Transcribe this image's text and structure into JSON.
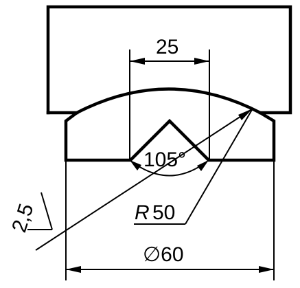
{
  "drawing": {
    "dimensions": {
      "width_dim": "25",
      "angle_dim": "105°",
      "radius_symbol": "R",
      "radius_value": "50",
      "diameter_dim": "∅60",
      "chamfer_dim": "2,5"
    },
    "colors": {
      "line": "#000000",
      "background": "#ffffff"
    }
  }
}
